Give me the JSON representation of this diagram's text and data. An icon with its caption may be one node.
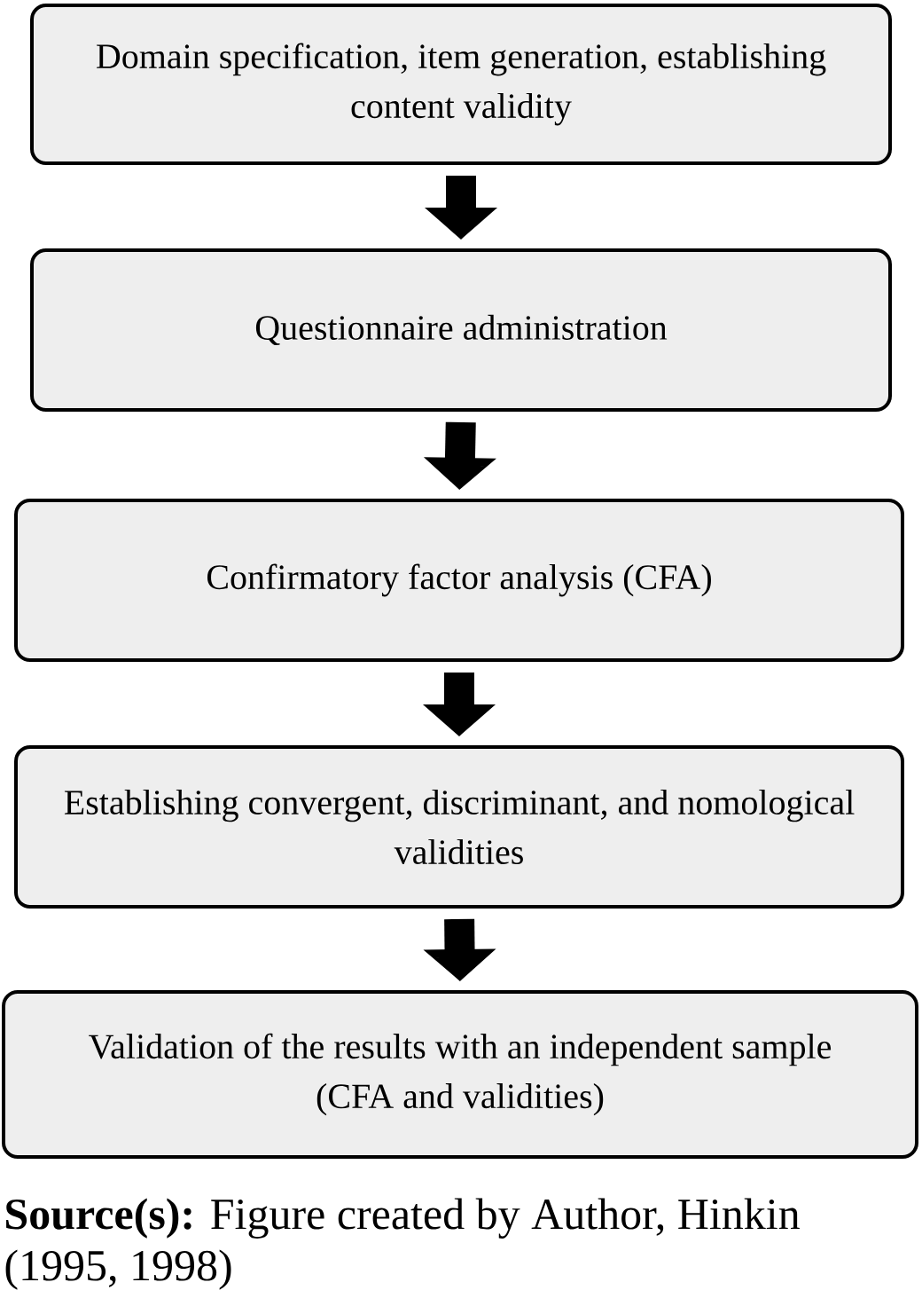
{
  "diagram": {
    "caption": "**Source(s):** Figure created by Author, Hinkin (1995, 1998)",
    "nodes": [
      {
        "text": [
          "Domain specification, item generation, establishing content validity"
        ]
      },
      {
        "text": [
          "Questionnaire administration"
        ]
      },
      {
        "text": [
          "Confirmatory factor analysis (CFA)"
        ]
      },
      {
        "text": [
          "Establishing convergent, discriminant, and nomological validities"
        ]
      },
      {
        "text": [
          "Validation of the results with an independent sample (CFA and validities)"
        ]
      }
    ],
    "edges": [
      {
        "from": 0,
        "to": 1,
        "arrow": "to"
      },
      {
        "from": 1,
        "to": 2,
        "arrow": "to"
      },
      {
        "from": 2,
        "to": 3,
        "arrow": "to"
      },
      {
        "from": 3,
        "to": 4,
        "arrow": "to"
      }
    ]
  }
}
